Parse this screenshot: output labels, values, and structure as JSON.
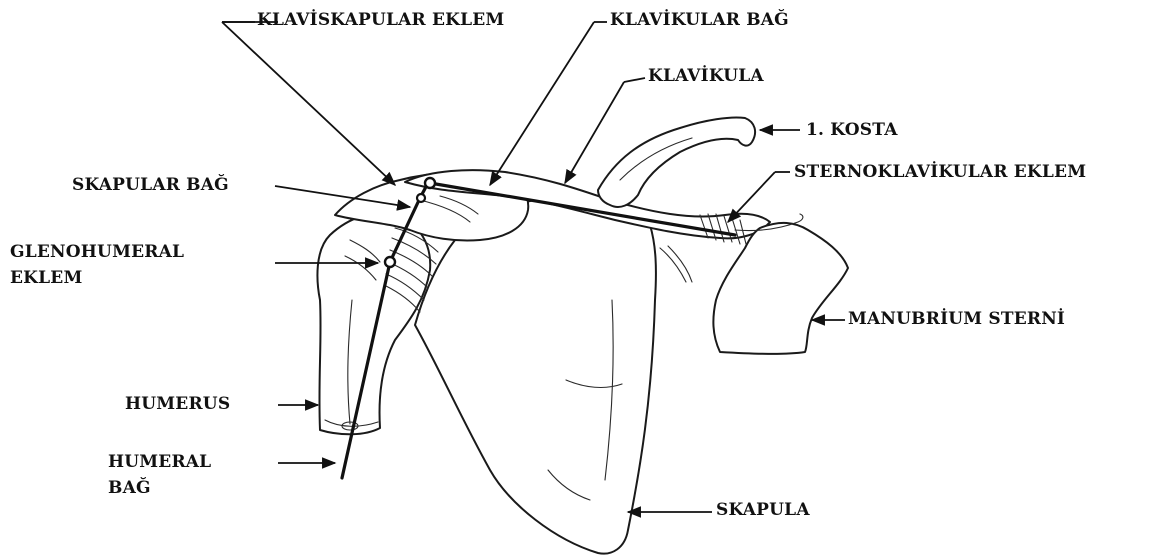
{
  "labels": {
    "klaviskapular_eklem": "KLAVİSKAPULAR EKLEM",
    "klavikular_bag": "KLAVİKULAR BAĞ",
    "klavikula": "KLAVİKULA",
    "kosta": "1. KOSTA",
    "sternoklavikular_eklem": "STERNOKLAVİKULAR EKLEM",
    "skapular_bag": "SKAPULAR BAĞ",
    "glenohumeral_eklem_line1": "GLENOHUMERAL",
    "glenohumeral_eklem_line2": "EKLEM",
    "manubrium_sterni": "MANUBRİUM STERNİ",
    "humerus": "HUMERUS",
    "humeral_bag_line1": "HUMERAL",
    "humeral_bag_line2": "BAĞ",
    "skapula": "SKAPULA"
  },
  "colors": {
    "ink": "#111111",
    "background": "#ffffff"
  }
}
